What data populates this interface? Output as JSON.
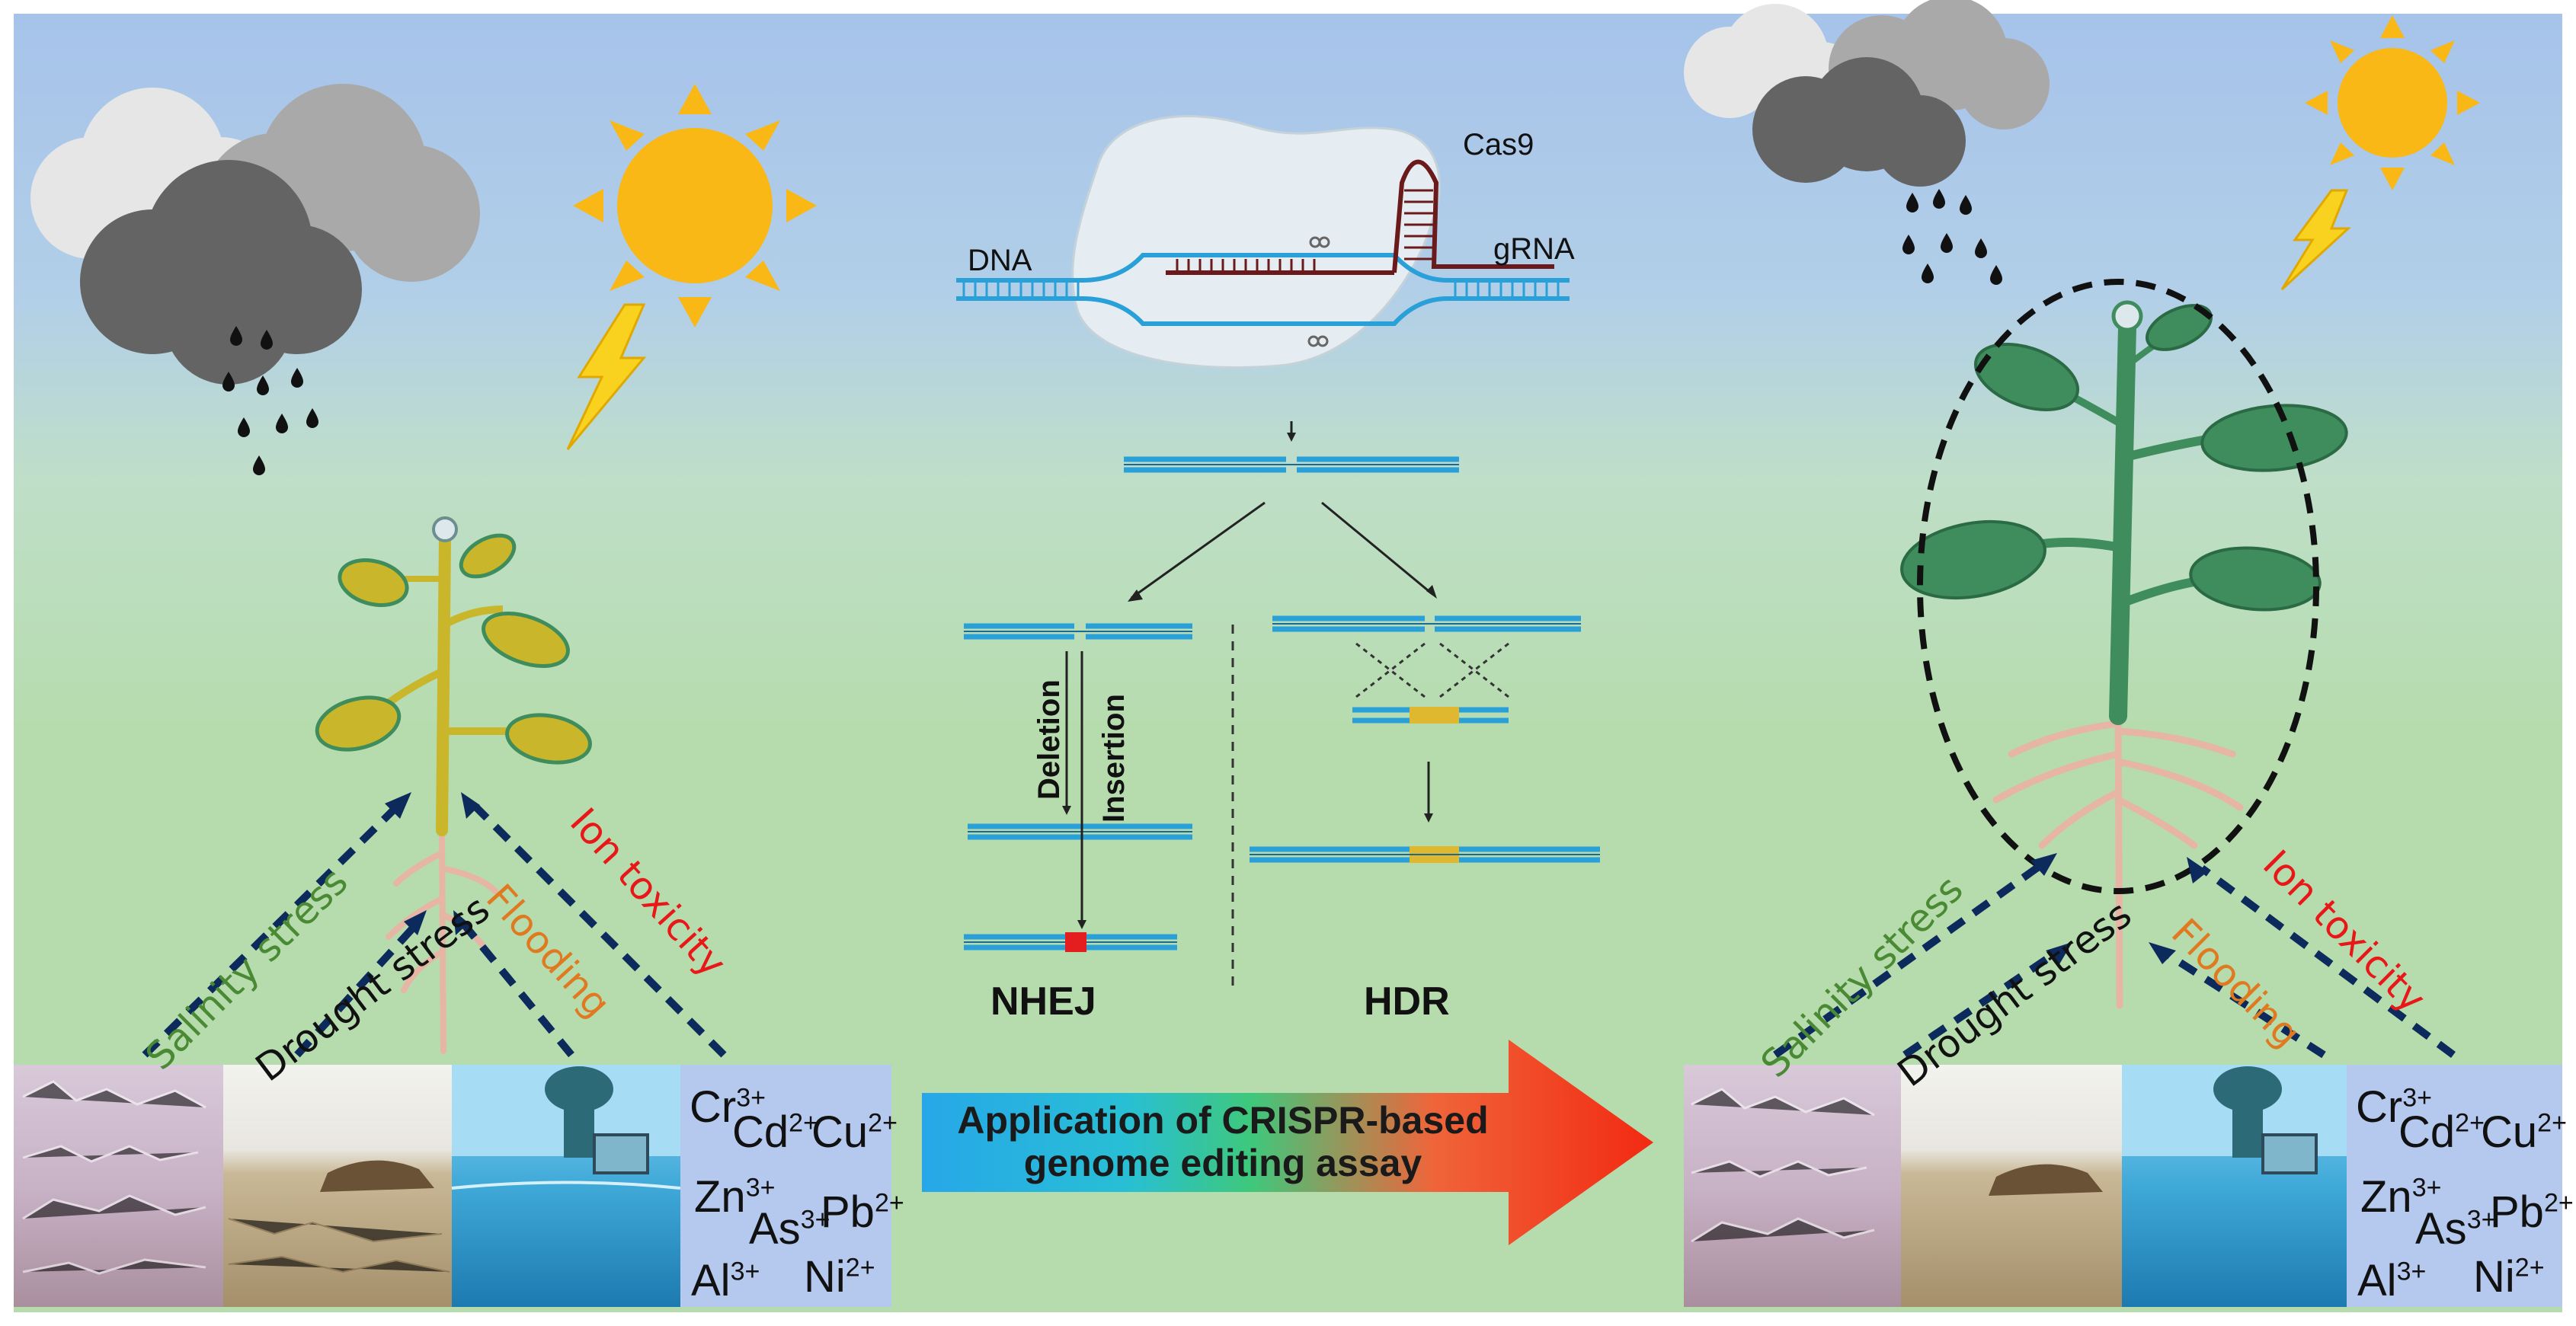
{
  "colors": {
    "sky_top": "#a6c3ea",
    "ground": "#b6dcae",
    "dna_blue": "#2aa0d8",
    "rna_brown": "#6a1a1a",
    "sun": "#f9b815",
    "salinity": "#4a8a34",
    "drought": "#111111",
    "flooding": "#e07a20",
    "ion_toxicity": "#e81818",
    "arrow_dashed": "#0d2a5c",
    "stressed_leaf": "#c9b62a",
    "healthy_leaf": "#3f8c5c"
  },
  "crispr": {
    "dna_label": "DNA",
    "cas9_label": "Cas9",
    "grna_label": "gRNA",
    "nhej_label": "NHEJ",
    "hdr_label": "HDR",
    "deletion_label": "Deletion",
    "insertion_label": "Insertion"
  },
  "stresses": {
    "salinity": "Salinity stress",
    "drought": "Drought stress",
    "flooding": "Flooding",
    "ion_toxicity": "Ion toxicity"
  },
  "ions": [
    {
      "el": "Cr",
      "ch": "3+"
    },
    {
      "el": "Cd",
      "ch": "2+"
    },
    {
      "el": "Cu",
      "ch": "2+"
    },
    {
      "el": "Zn",
      "ch": "3+"
    },
    {
      "el": "As",
      "ch": "3+"
    },
    {
      "el": "Pb",
      "ch": "2+"
    },
    {
      "el": "Al",
      "ch": "3+"
    },
    {
      "el": "Ni",
      "ch": "2+"
    }
  ],
  "big_arrow": {
    "line1": "Application of CRISPR-based",
    "line2": "genome editing assay"
  },
  "icons": [
    "cloud-icon",
    "rain-icon",
    "sun-icon",
    "lightning-icon",
    "plant-icon"
  ]
}
